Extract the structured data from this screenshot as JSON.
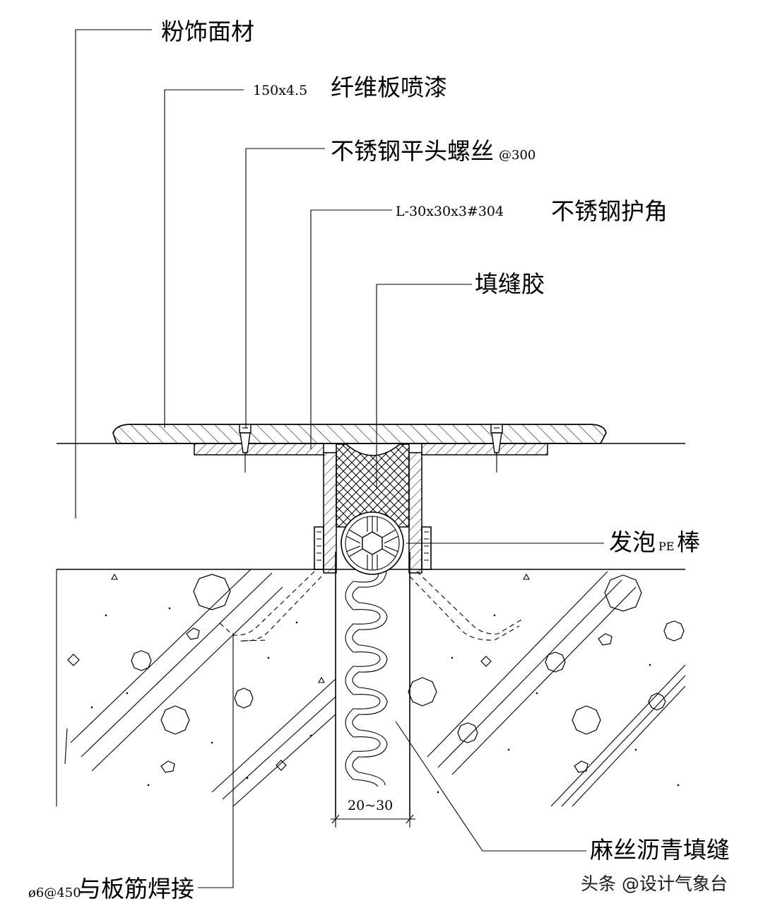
{
  "labels": {
    "finish_material": "粉饰面材",
    "board_spec": "150x4.5",
    "board_name": "纤维板喷漆",
    "screw_name": "不锈钢平头螺丝",
    "screw_spacing": "@300",
    "angle_spec": "L-30x30x3#304",
    "angle_name": "不锈钢护角",
    "sealant": "填缝胶",
    "pe_rod_prefix": "发泡",
    "pe_rod_mid": "PE",
    "pe_rod_suffix": "棒",
    "gap_dimension": "20~30",
    "jute_asphalt": "麻丝沥青填缝",
    "rebar_spec": "ø6@450",
    "rebar_note": "与板筋焊接"
  },
  "watermark": "头条 @设计气象台",
  "colors": {
    "line": "#000000",
    "background": "#ffffff"
  }
}
